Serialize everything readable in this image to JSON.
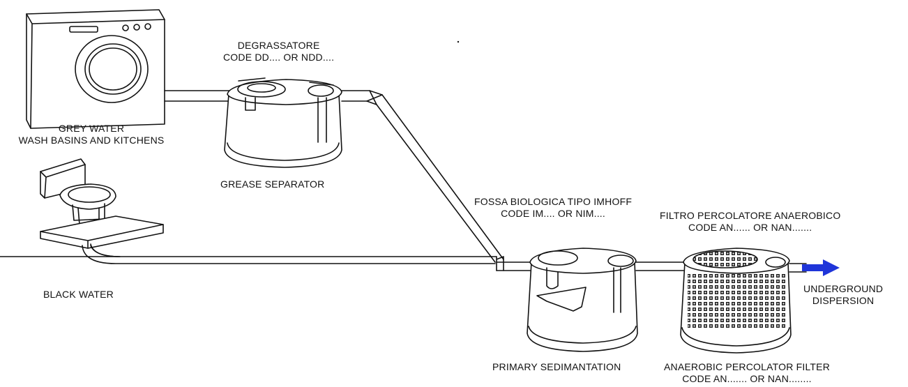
{
  "labels": {
    "degrassatore": [
      "DEGRASSATORE",
      "CODE DD.... OR NDD...."
    ],
    "grey_water": [
      "GREY WATER",
      "WASH BASINS AND KITCHENS"
    ],
    "grease_separator": "GREASE SEPARATOR",
    "fossa": [
      "FOSSA BIOLOGICA TIPO IMHOFF",
      "CODE IM.... OR NIM...."
    ],
    "filtro": [
      "FILTRO PERCOLATORE ANAEROBICO",
      "CODE AN...... OR NAN......."
    ],
    "black_water": "BLACK WATER",
    "underground": [
      "UNDERGROUND",
      "DISPERSION"
    ],
    "primary_sedimentation": "PRIMARY SEDIMANTATION",
    "anaerobic_filter": [
      "ANAEROBIC PERCOLATOR FILTER",
      "CODE AN....... OR NAN........"
    ]
  },
  "colors": {
    "line": "#111111",
    "arrow": "#1f35d9",
    "background": "#ffffff"
  }
}
